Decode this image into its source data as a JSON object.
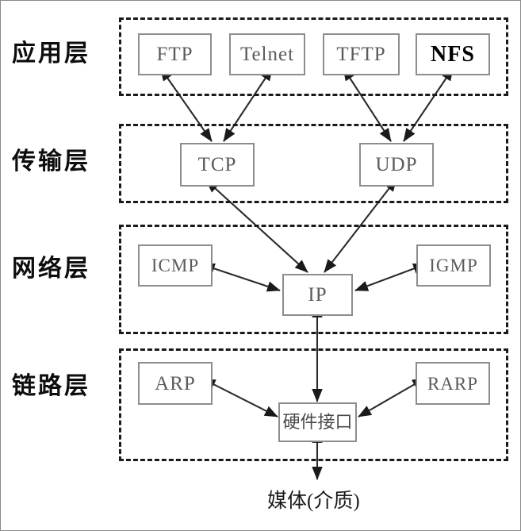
{
  "diagram": {
    "title": "TCP/IP Protocol Stack Layer Diagram",
    "accent_color": "#1a1a1a",
    "box_border_color": "#8d8d8d",
    "box_text_color": "#5b5b5b",
    "background": "#ffffff"
  },
  "layers": [
    {
      "id": "application",
      "label": "应用层",
      "nodes": [
        {
          "id": "ftp",
          "label": "FTP"
        },
        {
          "id": "telnet",
          "label": "Telnet"
        },
        {
          "id": "tftp",
          "label": "TFTP"
        },
        {
          "id": "nfs",
          "label": "NFS"
        }
      ]
    },
    {
      "id": "transport",
      "label": "传输层",
      "nodes": [
        {
          "id": "tcp",
          "label": "TCP"
        },
        {
          "id": "udp",
          "label": "UDP"
        }
      ]
    },
    {
      "id": "network",
      "label": "网络层",
      "nodes": [
        {
          "id": "icmp",
          "label": "ICMP"
        },
        {
          "id": "ip",
          "label": "IP"
        },
        {
          "id": "igmp",
          "label": "IGMP"
        }
      ]
    },
    {
      "id": "link",
      "label": "链路层",
      "nodes": [
        {
          "id": "arp",
          "label": "ARP"
        },
        {
          "id": "hardware",
          "label": "硬件接口"
        },
        {
          "id": "rarp",
          "label": "RARP"
        }
      ]
    }
  ],
  "media": {
    "label": "媒体(介质)"
  },
  "connections": [
    {
      "from": "ftp",
      "to": "tcp",
      "style": "double-arrow"
    },
    {
      "from": "telnet",
      "to": "tcp",
      "style": "double-arrow"
    },
    {
      "from": "tftp",
      "to": "udp",
      "style": "double-arrow"
    },
    {
      "from": "nfs",
      "to": "udp",
      "style": "double-arrow"
    },
    {
      "from": "tcp",
      "to": "ip",
      "style": "double-arrow"
    },
    {
      "from": "udp",
      "to": "ip",
      "style": "double-arrow"
    },
    {
      "from": "icmp",
      "to": "ip",
      "style": "double-arrow"
    },
    {
      "from": "igmp",
      "to": "ip",
      "style": "double-arrow"
    },
    {
      "from": "ip",
      "to": "hardware",
      "style": "double-arrow"
    },
    {
      "from": "arp",
      "to": "hardware",
      "style": "double-arrow"
    },
    {
      "from": "rarp",
      "to": "hardware",
      "style": "double-arrow"
    },
    {
      "from": "hardware",
      "to": "media",
      "style": "double-arrow"
    }
  ]
}
